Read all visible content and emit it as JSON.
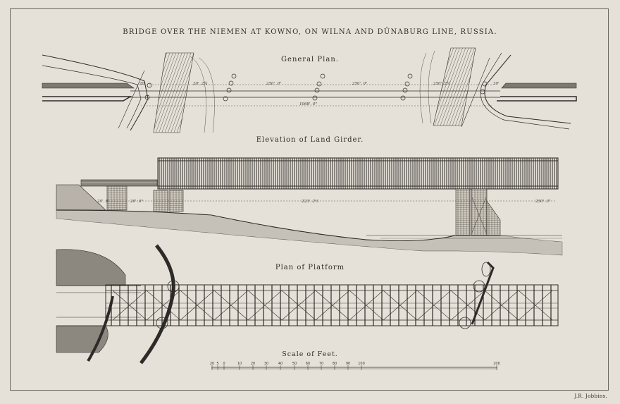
{
  "title": "BRIDGE OVER THE NIEMEN AT KOWNO, ON WILNA AND DÜNABURG LINE, RUSSIA.",
  "sections": {
    "general_plan": "General Plan.",
    "elevation": "Elevation of Land Girder.",
    "platform": "Plan of Platform",
    "scale": "Scale of Feet."
  },
  "plan_dimensions": {
    "d1": "20'",
    "d2": "20'. 2¾",
    "d3": "250'. 0\"",
    "d4": "250'. 0\"",
    "d5": "250'. 2¾",
    "d6": "20'",
    "total": "1068'. 0\""
  },
  "elevation_dimensions": {
    "left": "20'. 0\"",
    "left_small": "20'. 0",
    "middle": "223'. 2½",
    "right": "250'. 3\""
  },
  "scale_ticks": [
    "20",
    "5",
    "0",
    "10",
    "20",
    "30",
    "40",
    "50",
    "60",
    "70",
    "80",
    "90",
    "100",
    "200"
  ],
  "credit": "J.R. Jobbins."
}
